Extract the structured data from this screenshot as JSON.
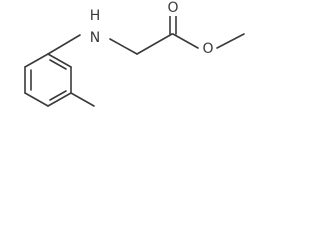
{
  "molecule": {
    "atoms": {
      "nitrogen": "H\nN",
      "nitrogen_symbol": "N",
      "nitrogen_h": "H",
      "carbonyl_oxygen": "O",
      "ester_oxygen": "O"
    }
  }
}
